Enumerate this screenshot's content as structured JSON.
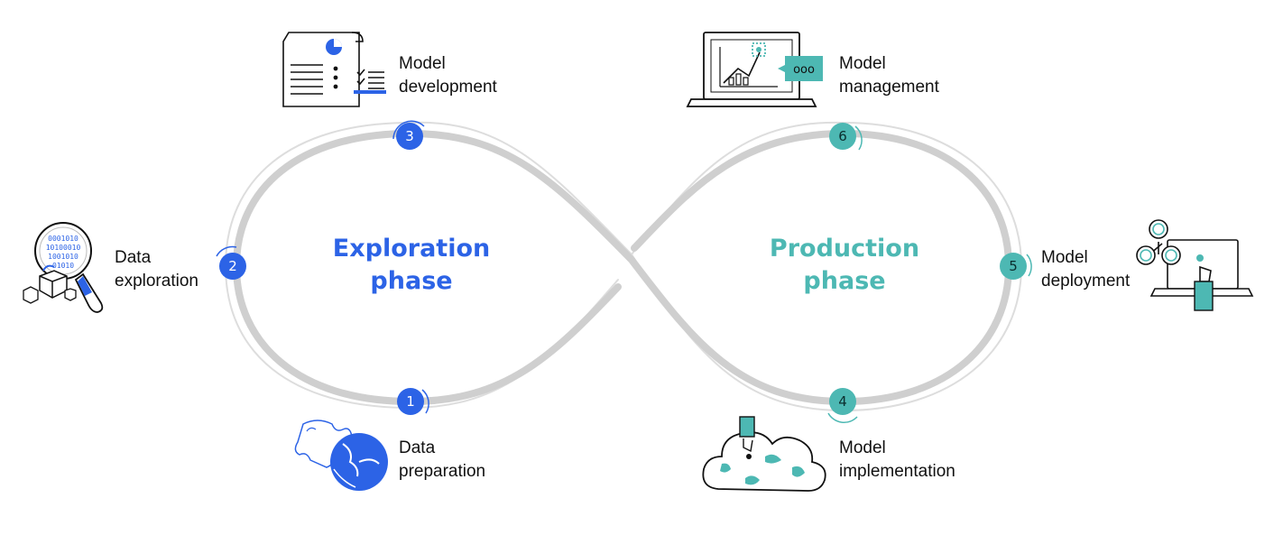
{
  "colors": {
    "exploration": "#2c63e6",
    "production": "#4db8b3",
    "loop": "#cfcfcf",
    "ink": "#111111"
  },
  "phases": {
    "exploration": {
      "line1": "Exploration",
      "line2": "phase"
    },
    "production": {
      "line1": "Production",
      "line2": "phase"
    }
  },
  "steps": [
    {
      "number": "1",
      "line1": "Data",
      "line2": "preparation",
      "icon": "puzzle-icon"
    },
    {
      "number": "2",
      "line1": "Data",
      "line2": "exploration",
      "icon": "magnifier-data-icon"
    },
    {
      "number": "3",
      "line1": "Model",
      "line2": "development",
      "icon": "document-chart-icon"
    },
    {
      "number": "4",
      "line1": "Model",
      "line2": "implementation",
      "icon": "cloud-puzzle-icon"
    },
    {
      "number": "5",
      "line1": "Model",
      "line2": "deployment",
      "icon": "laptop-users-icon"
    },
    {
      "number": "6",
      "line1": "Model",
      "line2": "management",
      "icon": "laptop-chart-icon"
    }
  ],
  "icon_text": {
    "binary_lines": [
      "0001010",
      "10100010",
      "1001010",
      "01010"
    ],
    "bubble_dots": "ooo"
  }
}
